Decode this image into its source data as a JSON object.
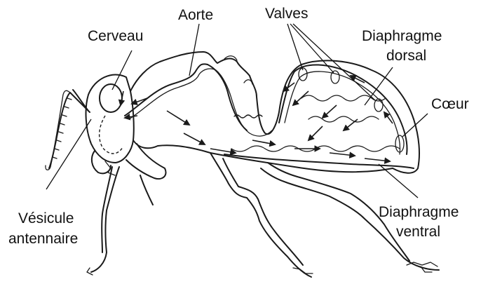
{
  "labels": {
    "cerveau": "Cerveau",
    "aorte": "Aorte",
    "valves": "Valves",
    "diaphragme_dorsal_1": "Diaphragme",
    "diaphragme_dorsal_2": "dorsal",
    "coeur": "Cœur",
    "vesicule_1": "Vésicule",
    "vesicule_2": "antennaire",
    "diaphragme_ventral_1": "Diaphragme",
    "diaphragme_ventral_2": "ventral"
  }
}
